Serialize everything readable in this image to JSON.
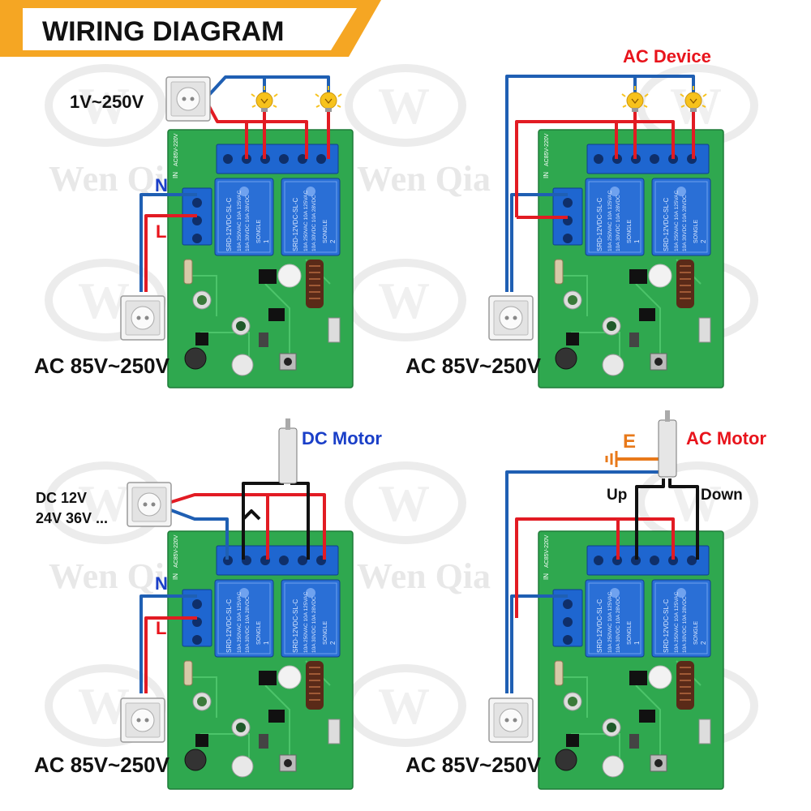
{
  "header": {
    "title": "WIRING DIAGRAM"
  },
  "watermark": {
    "text": "Wen Qia"
  },
  "panels": [
    {
      "id": "ac-lights",
      "supply_label": "AC 85V~250V",
      "load_supply_label": "1V~250V",
      "neutral_label": "N",
      "live_label": "L"
    },
    {
      "id": "ac-device",
      "supply_label": "AC 85V~250V",
      "device_label": "AC Device"
    },
    {
      "id": "dc-motor",
      "supply_label": "AC 85V~250V",
      "device_label": "DC Motor",
      "load_supply_label_line1": "DC 12V",
      "load_supply_label_line2": "24V 36V ...",
      "neutral_label": "N",
      "live_label": "L"
    },
    {
      "id": "ac-motor",
      "supply_label": "AC 85V~250V",
      "device_label": "AC Motor",
      "earth_label": "E",
      "up_label": "Up",
      "down_label": "Down"
    }
  ],
  "board": {
    "relay_line1": "SRD-12VDC-SL-C",
    "relay_line2": "10A 250VAC  10A 125VAC",
    "relay_line3": "10A 30VDC  10A 28VDC",
    "relay_brand": "SONGLE",
    "input_label": "IN",
    "model_label": "AC85V-220V",
    "terminal_number_1": "1",
    "terminal_number_2": "2"
  },
  "colors": {
    "header_bg": "#f5a623",
    "label_red": "#e8141c",
    "label_blue": "#1a3fc8",
    "wire_red": "#e21b23",
    "wire_blue": "#1f5fb3",
    "wire_black": "#111111",
    "pcb_green": "#2fa84f",
    "terminal_blue": "#1e66d0",
    "relay_blue": "#2a6fd6",
    "bulb_yellow": "#f7c21c",
    "earth_orange": "#e8791a",
    "watermark": "#e9e9e9"
  }
}
